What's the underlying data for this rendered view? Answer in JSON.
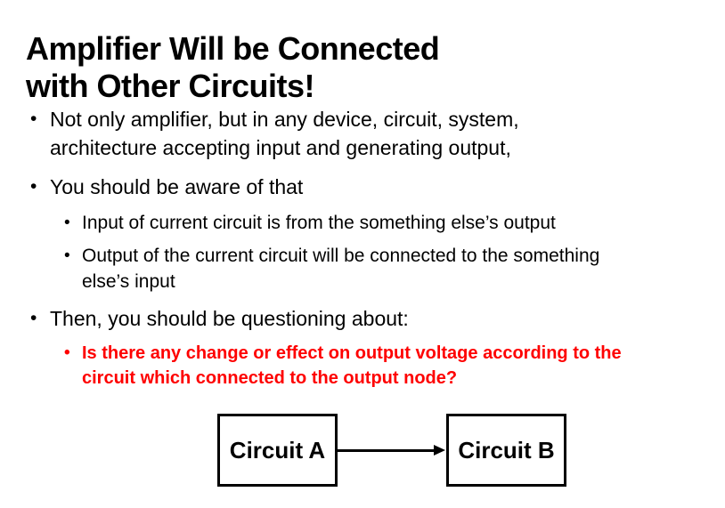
{
  "title": {
    "lines": [
      "Amplifier Will be Connected",
      "with Other Circuits!"
    ]
  },
  "marker": "•",
  "bullets": [
    {
      "level": 1,
      "color": "black",
      "lines": [
        "Not only amplifier, but in any device, circuit, system,",
        "architecture accepting input and generating output,"
      ]
    },
    {
      "level": 1,
      "color": "black",
      "lines": [
        "You should be aware of that"
      ]
    },
    {
      "level": 2,
      "color": "black",
      "lines": [
        "Input of current circuit is from the something else’s output"
      ]
    },
    {
      "level": 2,
      "color": "black",
      "lines": [
        "Output of the current circuit will be connected to the something",
        "else’s input"
      ]
    },
    {
      "level": 1,
      "color": "black",
      "lines": [
        "Then, you should be questioning about:"
      ]
    },
    {
      "level": 2,
      "color": "red",
      "lines": [
        "Is there any change or effect on output voltage according to the",
        "circuit which connected to the output node?"
      ]
    }
  ],
  "diagram": {
    "boxes": [
      {
        "label": "Circuit A"
      },
      {
        "label": "Circuit B"
      }
    ],
    "connection": "arrow-from-circuit-a-to-circuit-b"
  },
  "colors": {
    "background": "#ffffff",
    "text": "#000000",
    "accent_red": "#fe0000",
    "box_border": "#000000"
  }
}
